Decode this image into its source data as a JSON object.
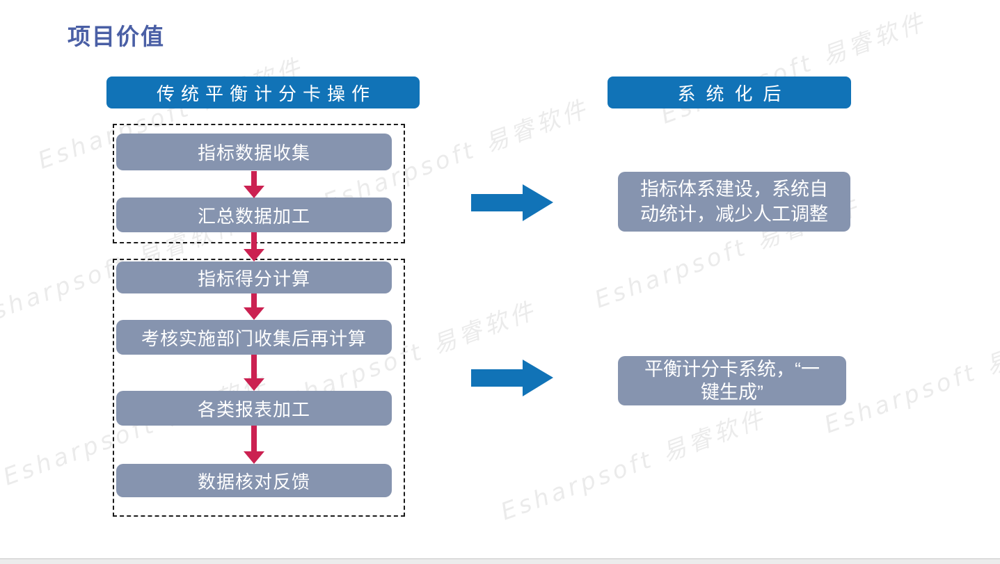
{
  "slide": {
    "title": "项目价值"
  },
  "left_panel": {
    "header": "传统平衡计分卡操作",
    "groups": [
      {
        "steps": [
          "指标数据收集",
          "汇总数据加工"
        ]
      },
      {
        "steps": [
          "指标得分计算",
          "考核实施部门收集后再计算",
          "各类报表加工",
          "数据核对反馈"
        ]
      }
    ]
  },
  "right_panel": {
    "header": "系统化后",
    "results": [
      {
        "text": "指标体系建设，系统自动统计，减少人工调整",
        "lines": [
          "指标体系建设，系统自",
          "动统计，减少人工调整"
        ]
      },
      {
        "text": "平衡计分卡系统，“一键生成”",
        "lines": [
          "平衡计分卡系统，“一",
          "键生成”"
        ]
      }
    ]
  },
  "watermark": {
    "text": "Esharpsoft 易睿软件"
  },
  "colors": {
    "header_blue": "#1173b7",
    "box_gray": "#8694af",
    "arrow_red": "#cb2151",
    "arrow_blue": "#1173b7",
    "title_blue": "#4a5fa5",
    "dashed_border": "#1a1a1a",
    "watermark_gray": "#e9e9e9"
  }
}
